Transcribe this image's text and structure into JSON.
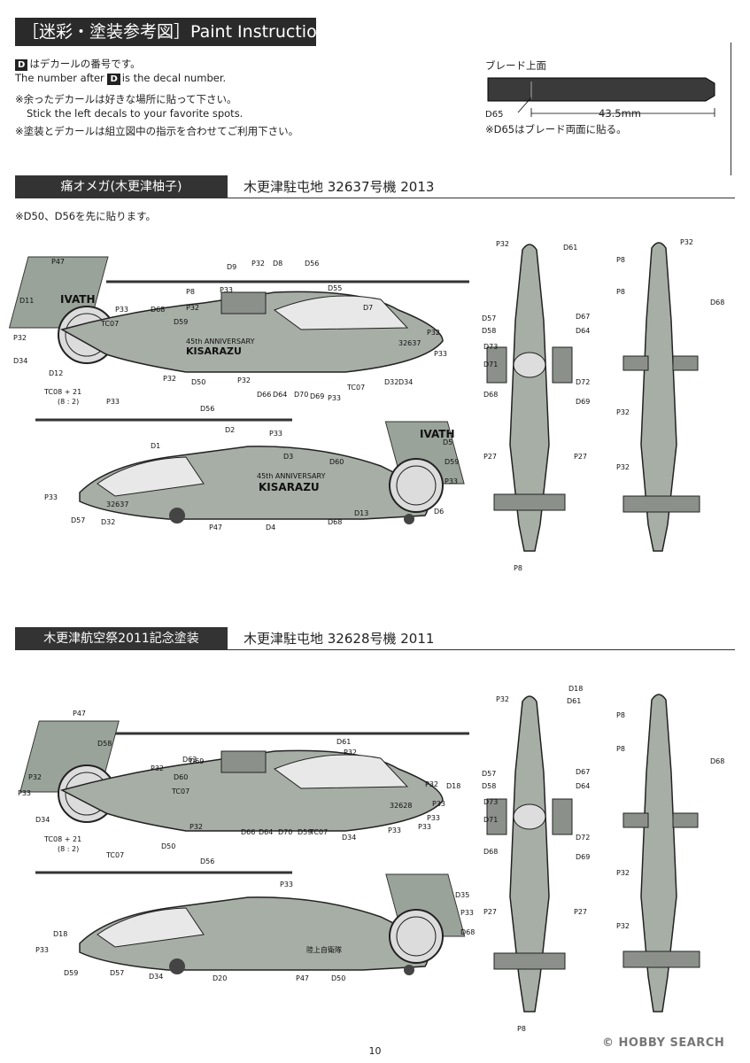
{
  "header": {
    "title": "［迷彩・塗装参考図］Paint Instruction"
  },
  "notes": {
    "line1_jp": "はデカールの番号です。",
    "line1_en_pre": "The number after",
    "line1_en_post": "is the decal number.",
    "line2_jp": "※余ったデカールは好きな場所に貼って下さい。",
    "line2_en": "Stick the left decals to your favorite spots.",
    "line3_jp": "※塗装とデカールは組立図中の指示を合わせてご利用下さい。",
    "d_marker": "D"
  },
  "blade": {
    "title": "ブレード上面",
    "decal": "D65",
    "length": "43.5mm",
    "note": "※D65はブレード両面に貼る。"
  },
  "section1": {
    "name": "痛オメガ(木更津柚子)",
    "info": "木更津駐屯地 32637号機 2013",
    "note": "※D50、D56を先に貼ります。",
    "badge_text": "IVATH",
    "anniversary": "45th ANNIVERSARY",
    "kisarazu": "KISARAZU",
    "serial": "32637",
    "mix_label": "TC08 + 21",
    "mix_ratio": "(8 : 2)"
  },
  "section2": {
    "name": "木更津航空祭2011記念塗装",
    "info": "木更津駐屯地 32628号機 2011",
    "serial": "32628",
    "mix_label": "TC08 + 21",
    "mix_ratio": "(8 : 2)",
    "jgsdf": "陸上自衛隊"
  },
  "labels": {
    "side1": [
      "P47",
      "D11",
      "P33",
      "P32",
      "D34",
      "D12",
      "D9",
      "P32",
      "D8",
      "D56",
      "P8",
      "P33",
      "P32",
      "D68",
      "D59",
      "TC07",
      "D55",
      "D7",
      "P32",
      "P33",
      "P32",
      "D50",
      "P32",
      "D66",
      "D64",
      "D70",
      "D69",
      "P33",
      "TC07",
      "D32",
      "D34",
      "P33"
    ],
    "side2": [
      "D56",
      "D1",
      "D2",
      "P33",
      "D3",
      "D60",
      "D5",
      "D59",
      "P33",
      "P33",
      "D57",
      "D32",
      "P47",
      "D4",
      "D68",
      "D13",
      "D6"
    ],
    "side3": [
      "P47",
      "D58",
      "D63",
      "P32",
      "P33",
      "D34",
      "D69",
      "P32",
      "D60",
      "TC07",
      "D61",
      "P32",
      "P32",
      "D18",
      "P33",
      "P33",
      "D50",
      "P32",
      "D66",
      "D64",
      "D70",
      "D59",
      "TC07",
      "D34",
      "P33",
      "P33",
      "TC07"
    ],
    "side4": [
      "D56",
      "P33",
      "D35",
      "D18",
      "P33",
      "D59",
      "D57",
      "D34",
      "D20",
      "P47",
      "D50",
      "D68",
      "P33"
    ],
    "top1": [
      "P32",
      "D61",
      "D57",
      "D67",
      "D58",
      "D64",
      "D73",
      "D71",
      "D72",
      "D68",
      "D69",
      "P27",
      "P27",
      "P8"
    ],
    "top2": [
      "P32",
      "P8",
      "P8",
      "D68",
      "P32",
      "P32"
    ],
    "top3": [
      "D18",
      "P32",
      "D61",
      "D57",
      "D67",
      "D58",
      "D64",
      "D73",
      "D71",
      "D72",
      "D68",
      "D69",
      "P27",
      "P27",
      "P8"
    ],
    "top4": [
      "P8",
      "P8",
      "D68",
      "P32",
      "P32"
    ]
  },
  "footer": {
    "page": "10",
    "watermark": "© HOBBY SEARCH"
  }
}
